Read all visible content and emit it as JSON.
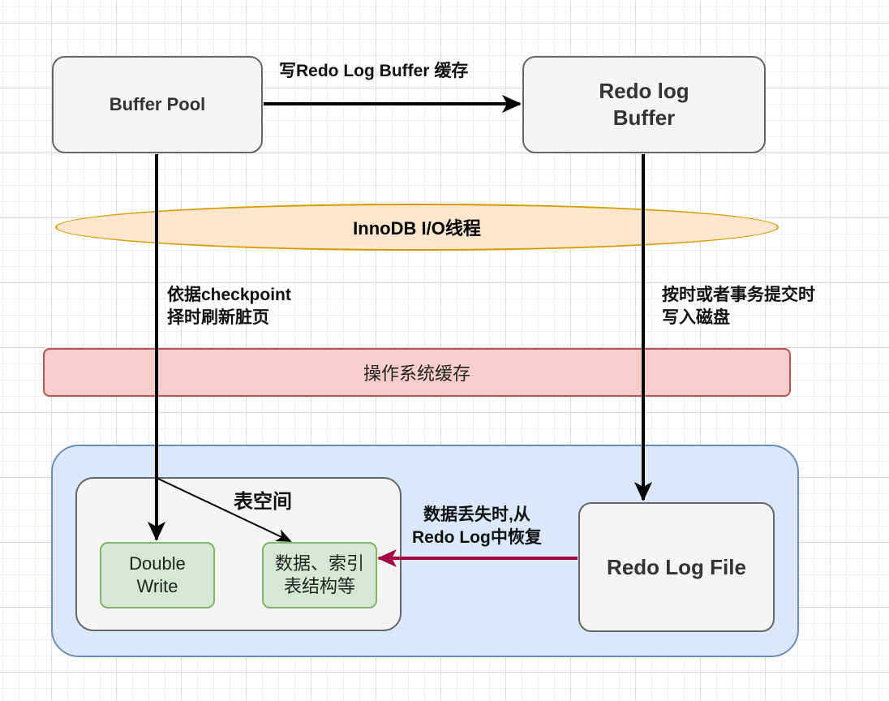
{
  "nodes": {
    "buffer_pool": "Buffer Pool",
    "redo_log_buffer": [
      "Redo log",
      "Buffer"
    ],
    "innodb_io_thread": "InnoDB I/O线程",
    "os_cache": "操作系统缓存",
    "tablespace": "表空间",
    "double_write": [
      "Double",
      "Write"
    ],
    "data_index": [
      "数据、索引",
      "表结构等"
    ],
    "redo_log_file": "Redo Log File"
  },
  "edge_labels": {
    "write_redo_buffer": "写Redo Log Buffer 缓存",
    "checkpoint_flush": [
      "依据checkpoint",
      "择时刷新脏页"
    ],
    "commit_write_disk": [
      "按时或者事务提交时",
      "写入磁盘"
    ],
    "recover_from_redo": [
      "数据丢失时,从",
      "Redo Log中恢复"
    ]
  },
  "colors": {
    "recovery_arrow": "#a50040",
    "arrow": "#000000"
  }
}
